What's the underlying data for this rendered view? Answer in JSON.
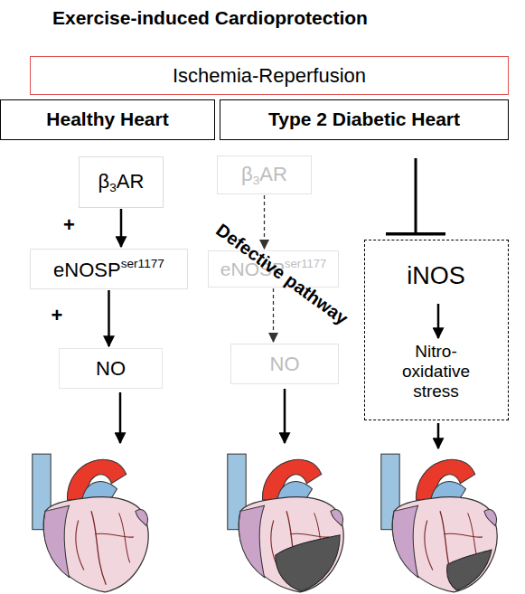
{
  "diagram": {
    "title": "Exercise-induced Cardioprotection",
    "nodes": [
      {
        "text": [
          "Ischemia-Reperfusion"
        ]
      },
      {
        "text": [
          "Healthy Heart"
        ]
      },
      {
        "text": [
          "Type 2 Diabetic Heart"
        ]
      },
      {
        "text": [
          "β3AR"
        ]
      },
      {
        "text": [
          "eNOSPser1177"
        ]
      },
      {
        "text": [
          "NO"
        ]
      },
      {
        "text": [
          "β3AR"
        ]
      },
      {
        "text": [
          "eNOSPser1177"
        ]
      },
      {
        "text": [
          "NO"
        ]
      },
      {
        "text": [
          "iNOS",
          "Nitro-oxidative stress"
        ]
      }
    ],
    "edges": [
      {
        "from": 3,
        "to": 4,
        "label": "+",
        "arrow": "to"
      },
      {
        "from": 4,
        "to": 5,
        "label": "+",
        "arrow": "to"
      },
      {
        "from": 6,
        "to": 7,
        "arrow": "to"
      },
      {
        "from": 7,
        "to": 8,
        "arrow": "to"
      },
      {
        "from": 2,
        "to": 9,
        "arrow": "to"
      }
    ],
    "labels": [
      "Defective pathway"
    ]
  }
}
